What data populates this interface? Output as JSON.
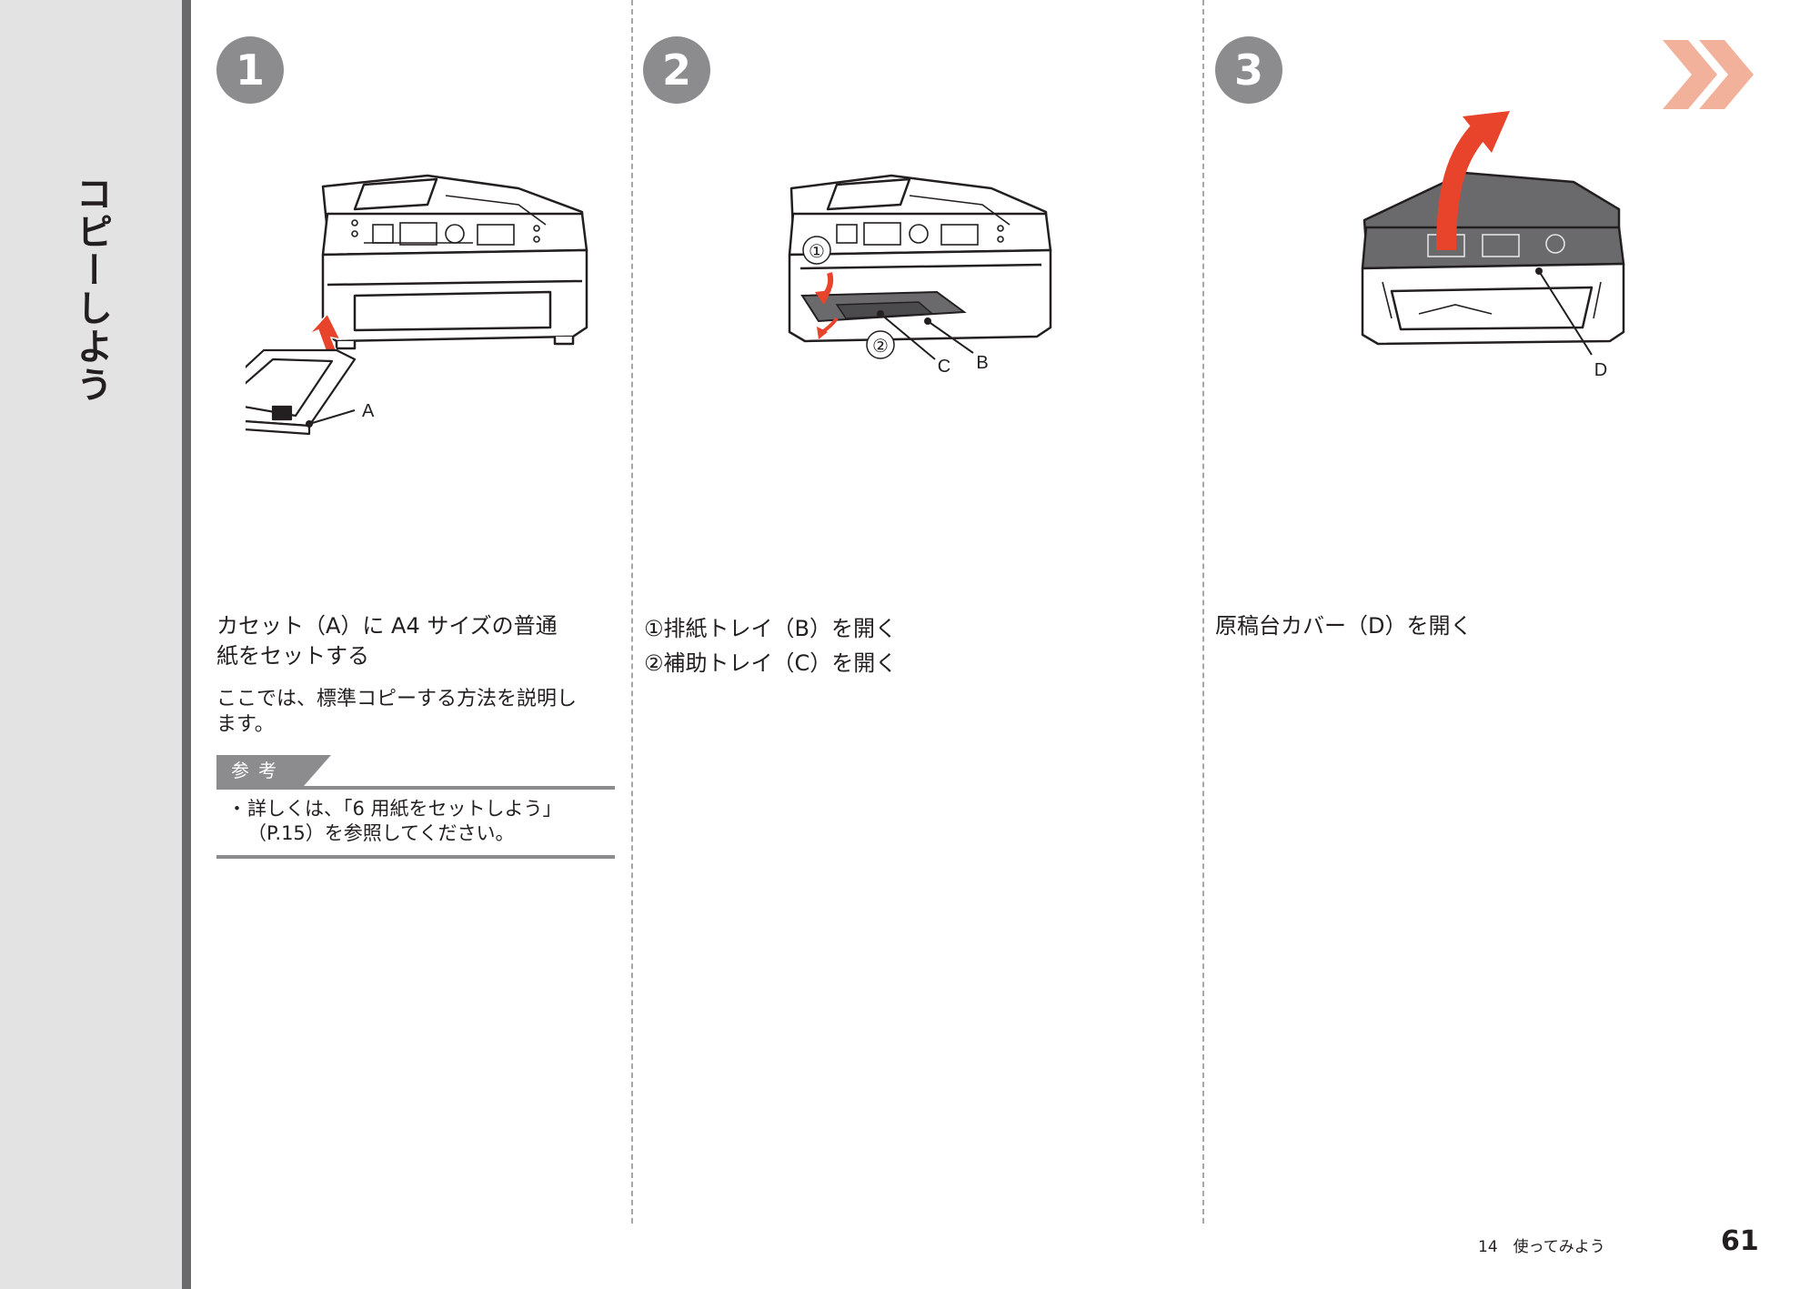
{
  "side": {
    "title": "コピーしよう"
  },
  "colors": {
    "accent_red": "#e8442b",
    "gray": "#8c8c8f",
    "sidebar_bg": "#e3e3e4"
  },
  "steps": [
    {
      "number": "1",
      "heading": [
        "カセット（A）に A4 サイズの普通",
        "紙をセットする"
      ],
      "body": [
        "ここでは、標準コピーする方法を説明し",
        "ます。"
      ],
      "callouts": [
        "A"
      ]
    },
    {
      "number": "2",
      "heading": [
        "①排紙トレイ（B）を開く",
        "②補助トレイ（C）を開く"
      ],
      "callouts": [
        "①",
        "②",
        "C",
        "B"
      ]
    },
    {
      "number": "3",
      "heading": [
        "原稿台カバー（D）を開く"
      ],
      "callouts": [
        "D"
      ]
    }
  ],
  "note": {
    "tab_label": "参考",
    "bullet": "・",
    "lines": [
      "詳しくは、「6 用紙をセットしよう」",
      "（P.15）を参照してください。"
    ]
  },
  "footer": {
    "section": "14　使ってみよう",
    "page": "61"
  },
  "icons": {
    "next": "double-chevron-right-icon"
  }
}
